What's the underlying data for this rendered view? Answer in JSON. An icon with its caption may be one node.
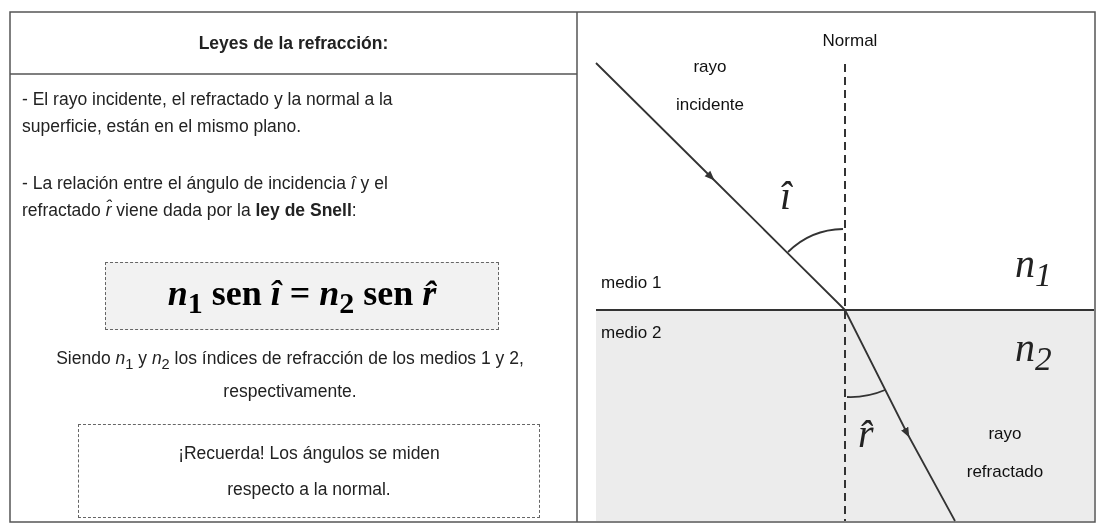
{
  "diagram": {
    "title": "Leyes de la refracción:",
    "nodes": [
      {
        "text": [
          "*n*$_{1}$ sen *î* = *n*$_{2}$ sen *r̂*"
        ]
      },
      {
        "text": [
          "¡Recuerda! Los ángulos se miden respecto a la normal."
        ]
      }
    ],
    "labels": [
      "- El rayo incidente, el refractado y la normal a la superficie, están en el mismo plano.",
      "- La relación entre el ángulo de incidencia *î* y el refractado *r̂* viene dada por la **ley de Snell**:",
      "Siendo *n*$_{1}$ y *n*$_{2}$ los índices de refracción de los medios 1 y 2, respectivamente.",
      "Normal",
      "rayo incidente",
      "î",
      "medio 1",
      "*n*$_{1}$",
      "medio 2",
      "*n*$_{2}$",
      "r̂",
      "rayo refractado"
    ]
  }
}
